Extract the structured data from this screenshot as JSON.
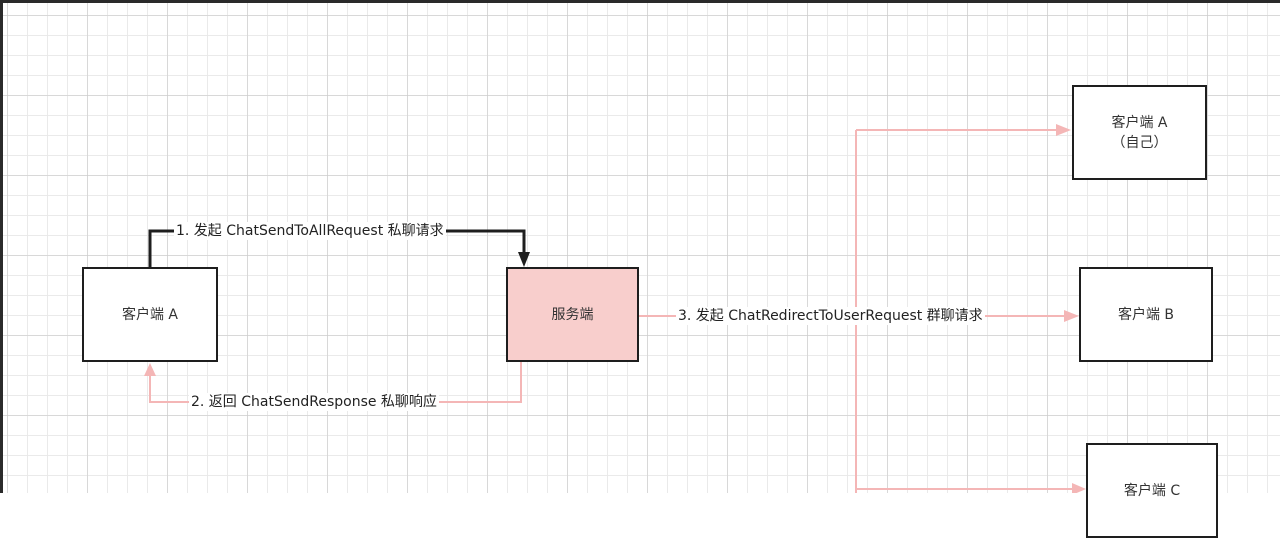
{
  "diagram": {
    "colors": {
      "box_border": "#1e1e1e",
      "server_fill": "#f8cecc",
      "request_edge": "#1e1e1e",
      "response_edge": "#f4b6b6"
    },
    "nodes": {
      "client_a": {
        "label": "客户端 A"
      },
      "server": {
        "label": "服务端"
      },
      "target_self": {
        "line1": "客户端 A",
        "line2": "（自己）"
      },
      "target_b": {
        "label": "客户端 B"
      },
      "target_c": {
        "label": "客户端 C"
      }
    },
    "edges": {
      "step1": {
        "label": "1. 发起 ChatSendToAllRequest 私聊请求"
      },
      "step2": {
        "label": "2. 返回 ChatSendResponse 私聊响应"
      },
      "step3": {
        "label": "3. 发起 ChatRedirectToUserRequest 群聊请求"
      }
    }
  }
}
